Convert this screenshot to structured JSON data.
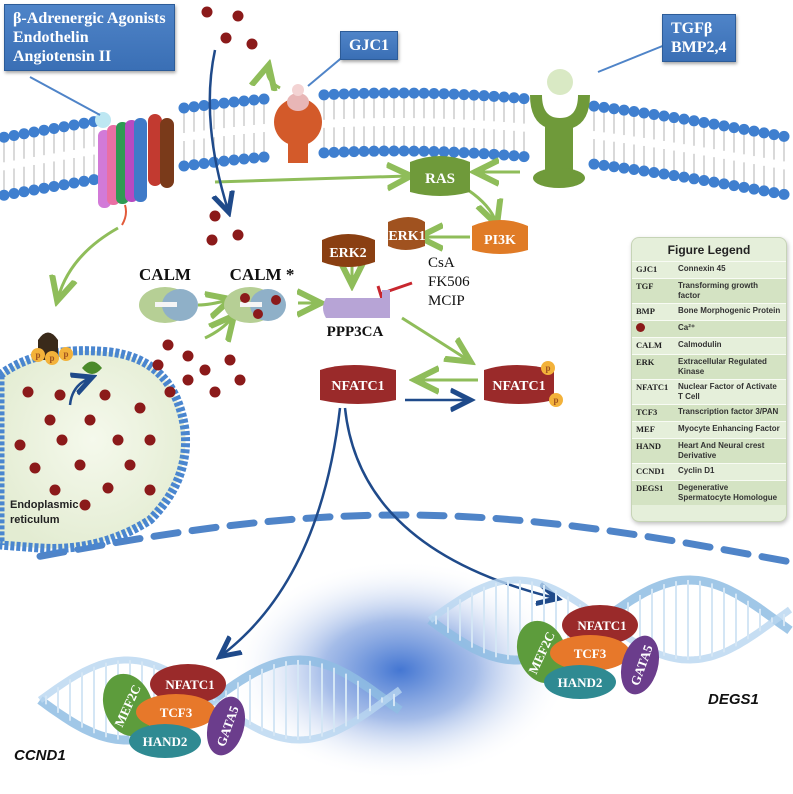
{
  "labels": {
    "agonists": [
      "β-Adrenergic Agonists",
      "Endothelin",
      "Angiotensin II"
    ],
    "gjc1": "GJC1",
    "tgf": [
      "TGFβ",
      "BMP2,4"
    ],
    "ras": "RAS",
    "pi3k": "PI3K",
    "erk1": "ERK1",
    "erk2": "ERK2",
    "calm": "CALM",
    "calm_active": "CALM *",
    "ppp3ca": "PPP3CA",
    "inhibitors": [
      "CsA",
      "FK506",
      "MCIP"
    ],
    "nfatc1_left": "NFATC1",
    "nfatc1_right": "NFATC1",
    "phospho": "p",
    "er_label": [
      "Endoplasmic",
      "reticulum"
    ],
    "gene_left": "CCND1",
    "gene_right": "DEGS1"
  },
  "complex": {
    "mef2c": "MEF2C",
    "nfatc1": "NFATC1",
    "tcf3": "TCF3",
    "hand2": "HAND2",
    "gata5": "GATA5"
  },
  "legend": {
    "title": "Figure Legend",
    "entries": [
      {
        "key": "GJC1",
        "value": "Connexin 45"
      },
      {
        "key": "TGF",
        "value": "Transforming growth factor"
      },
      {
        "key": "BMP",
        "value": "Bone Morphogenic Protein"
      },
      {
        "key": "",
        "value": "Ca²⁺"
      },
      {
        "key": "CALM",
        "value": "Calmodulin"
      },
      {
        "key": "ERK",
        "value": "Extracellular Regulated Kinase"
      },
      {
        "key": "NFATC1",
        "value": "Nuclear Factor of Activate T Cell"
      },
      {
        "key": "TCF3",
        "value": "Transcription factor 3/PAN"
      },
      {
        "key": "MEF",
        "value": "Myocyte Enhancing Factor"
      },
      {
        "key": "HAND",
        "value": "Heart And Neural crest Derivative"
      },
      {
        "key": "CCND1",
        "value": "Cyclin D1"
      },
      {
        "key": "DEGS1",
        "value": "Degenerative Spermatocyte Homologue"
      }
    ]
  },
  "colors": {
    "membrane_head": "#3f7fcf",
    "membrane_tail": "#cfcfcf",
    "calcium": "#8b1a1a",
    "arrow_green": "#8fbd5a",
    "arrow_blue": "#1f4a8a",
    "kinase": "#a0521f",
    "pi3k": "#e07b26",
    "nfat": "#9a2a2a",
    "gjc1_body": "#d35a2a",
    "tgf_receptor": "#6f9a3a",
    "calm": "#b6cf95",
    "calm_ring": "#8fb0c8",
    "ppp3ca": "#b7a4d6",
    "inhibit": "#c8262e",
    "dna": "#8fbde3",
    "nucleus_glow": "#3a6fd0",
    "mef2c": "#5d9c3c",
    "tcf3": "#e7782a",
    "hand2": "#2f8a92",
    "gata5": "#6b3d8c"
  }
}
